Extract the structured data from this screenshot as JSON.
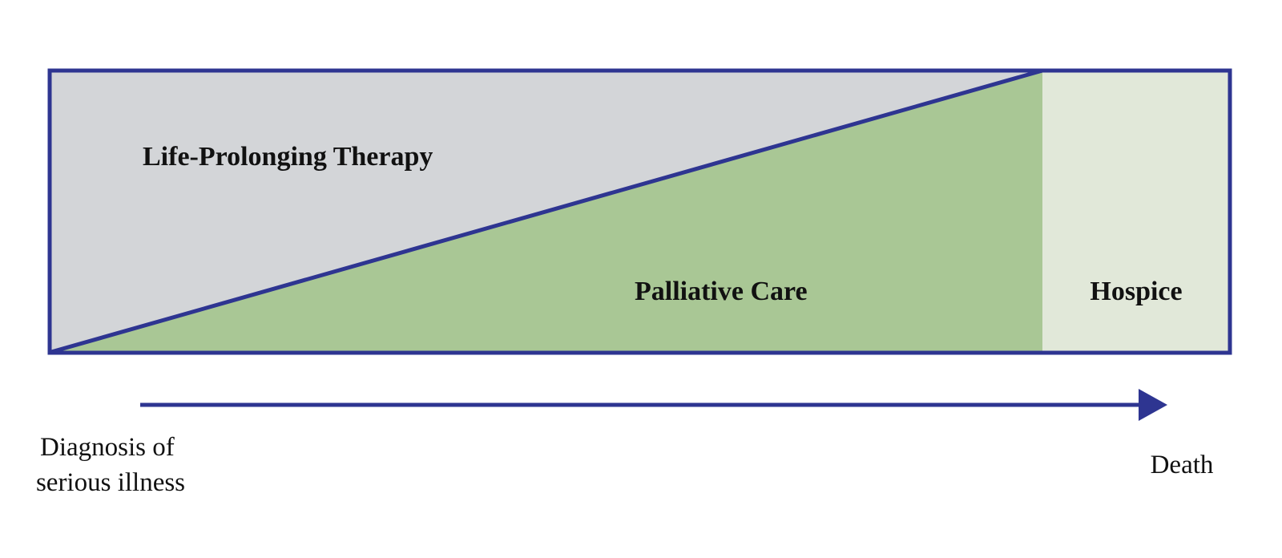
{
  "diagram": {
    "regions": {
      "life_prolonging": "Life-Prolonging Therapy",
      "palliative": "Palliative Care",
      "hospice": "Hospice"
    },
    "timeline": {
      "start_line1": "Diagnosis of",
      "start_line2": "serious illness",
      "end": "Death"
    }
  },
  "colors": {
    "border": "#2e3591",
    "life_prolonging_fill": "#d3d5d8",
    "palliative_fill": "#a9c795",
    "hospice_fill": "#e1e8d9",
    "arrow": "#2e3591",
    "text": "#111111"
  }
}
